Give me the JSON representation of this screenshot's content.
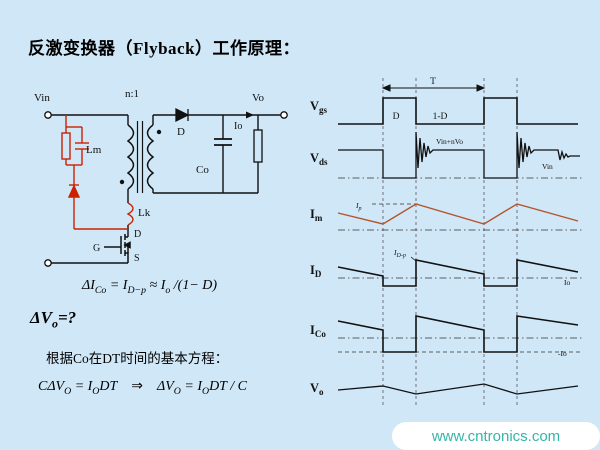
{
  "page": {
    "bg_color": "#cfe7f6",
    "title": "反激变换器（Flyback）工作原理：",
    "watermark": "www.cntronics.com",
    "watermark_color": "#35b6a8",
    "accent_red": "#cc2200"
  },
  "circuit": {
    "vin": "Vin",
    "turns_ratio": "n:1",
    "lm": "Lm",
    "lk": "Lk",
    "sec_diode": "D",
    "vo": "Vo",
    "io": "Io",
    "co": "Co",
    "gate": "G",
    "drain": "D",
    "source": "S"
  },
  "equations": {
    "ripple": {
      "p0": "ΔI",
      "s0": "Co",
      "p1": " = I",
      "s1": "D−p",
      "p2": " ≈ I",
      "s2": "o",
      "p3": " /(1− D)"
    },
    "question": {
      "p0": "ΔV",
      "s0": "o",
      "p1": "=?"
    },
    "intro": "根据Co在DT时间的基本方程：",
    "derivation": {
      "p0": "CΔV",
      "s0": "O",
      "p1": " = I",
      "s1": "O",
      "p2": "DT",
      "arrow": "⇒",
      "p3": "ΔV",
      "s3": "O",
      "p4": " = I",
      "s4": "O",
      "p5": "DT / C"
    }
  },
  "waveforms": {
    "period": "T",
    "duty_on": "D",
    "duty_off": "1-D",
    "im_color": "#b5532c",
    "labels": [
      {
        "main": "V",
        "sub": "gs"
      },
      {
        "main": "V",
        "sub": "ds"
      },
      {
        "main": "I",
        "sub": "m"
      },
      {
        "main": "I",
        "sub": "D"
      },
      {
        "main": "I",
        "sub": "Co"
      },
      {
        "main": "V",
        "sub": "o"
      }
    ],
    "ann": {
      "vin_nvo": "Vin+nVo",
      "vin": "Vin",
      "ip_main": "I",
      "ip_sub": "p",
      "idp_main": "I",
      "idp_sub": "D-p",
      "io": "Io",
      "neg_io": "-Io"
    }
  }
}
